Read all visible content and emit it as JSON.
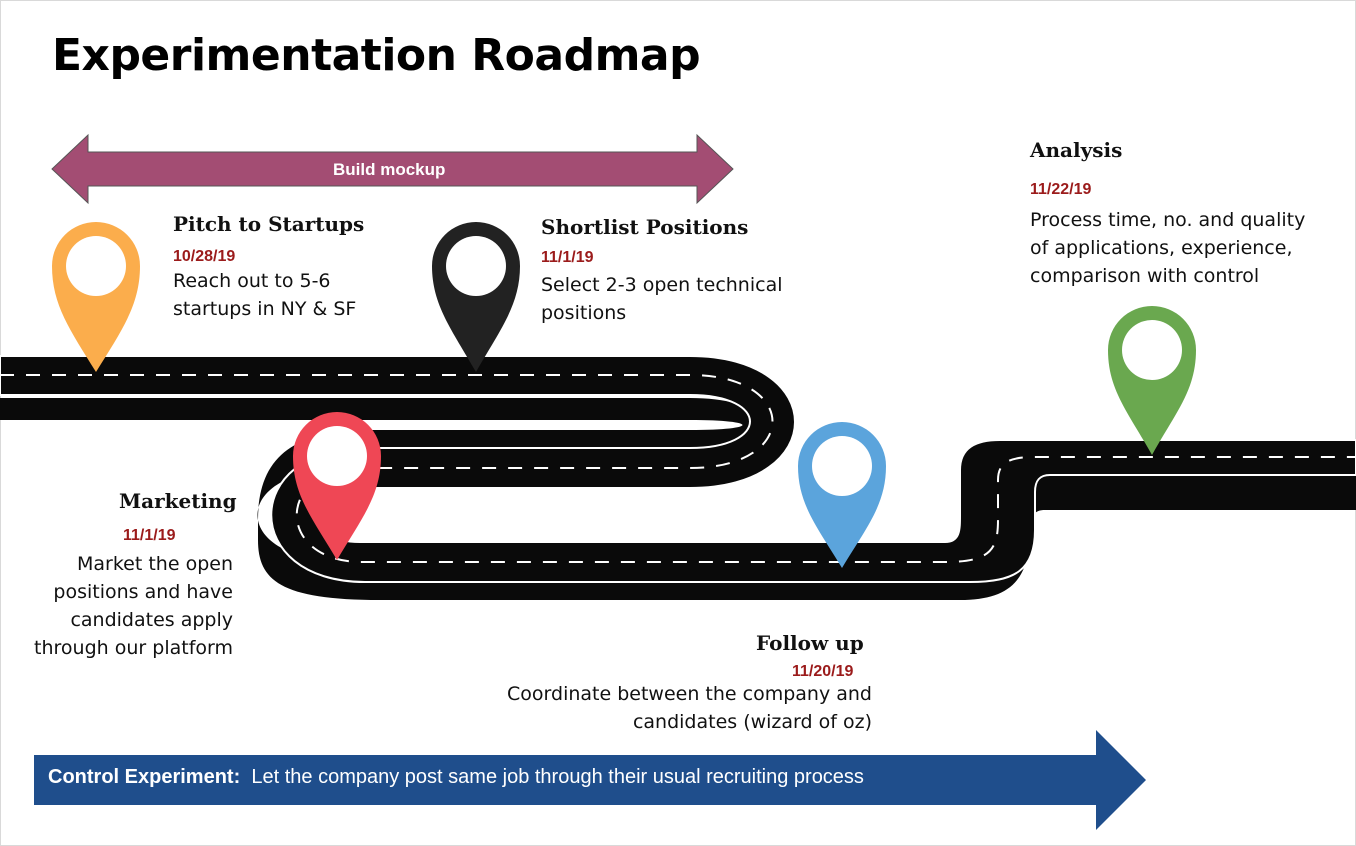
{
  "title": "Experimentation Roadmap",
  "build_arrow": {
    "label": "Build mockup",
    "color": "#a34d73"
  },
  "control_arrow": {
    "label": "Control Experiment:",
    "text": "Let the company post same job through their usual recruiting process",
    "color": "#1f4e8c"
  },
  "stages": {
    "pitch": {
      "title": "Pitch to Startups",
      "date": "10/28/19",
      "desc_line1": "Reach out to 5-6",
      "desc_line2": "startups in NY & SF",
      "pin_color": "#fbad4c"
    },
    "shortlist": {
      "title": "Shortlist Positions",
      "date": "11/1/19",
      "desc_line1": "Select 2-3 open technical",
      "desc_line2": "positions",
      "pin_color": "#222222"
    },
    "marketing": {
      "title": "Marketing",
      "date": "11/1/19",
      "desc_line1": "Market the open",
      "desc_line2": "positions and have",
      "desc_line3": "candidates apply",
      "desc_line4": "through our platform",
      "pin_color": "#ef4755"
    },
    "followup": {
      "title": "Follow up",
      "date": "11/20/19",
      "desc_line1": "Coordinate between the company and",
      "desc_line2": "candidates (wizard of oz)",
      "pin_color": "#5ba4dc"
    },
    "analysis": {
      "title": "Analysis",
      "date": "11/22/19",
      "desc_line1": "Process time, no. and quality",
      "desc_line2": "of applications, experience,",
      "desc_line3": "comparison with control",
      "pin_color": "#6aa84f"
    }
  },
  "road": {
    "color": "#0a0a0a",
    "dash_color": "#ffffff"
  }
}
